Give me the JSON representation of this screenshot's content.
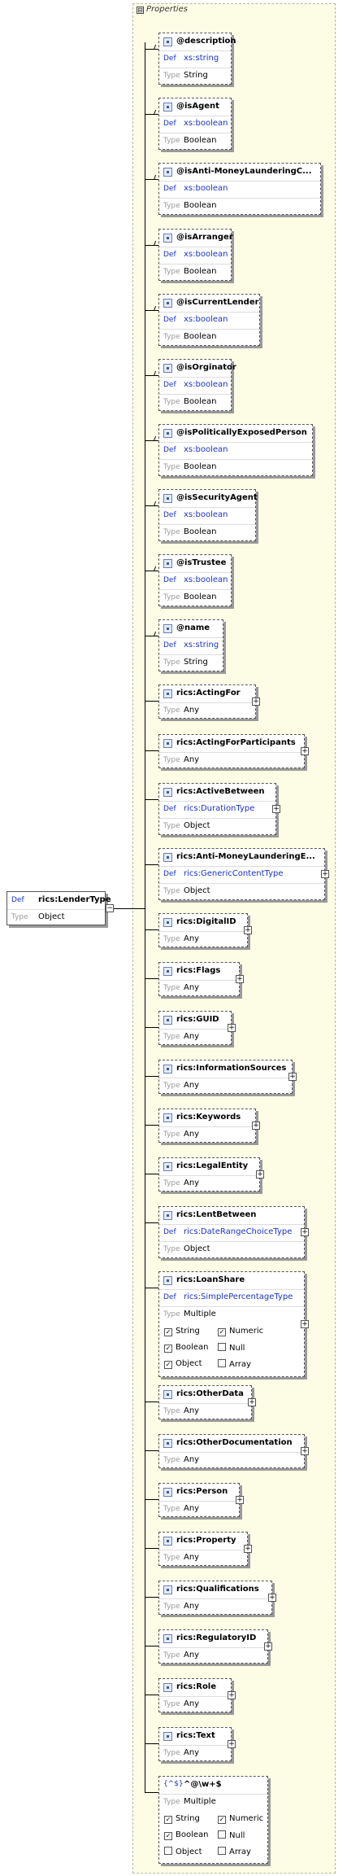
{
  "container": {
    "title": "Properties",
    "toggle": "⊟"
  },
  "root": {
    "def_label": "Def",
    "name": "rics:LenderType",
    "type_label": "Type",
    "type": "Object"
  },
  "items": [
    {
      "name": "@description",
      "def": "xs:string",
      "type": "String",
      "expand": false
    },
    {
      "name": "@isAgent",
      "def": "xs:boolean",
      "type": "Boolean",
      "expand": false
    },
    {
      "name": "@isAnti-MoneyLaunderingC...",
      "def": "xs:boolean",
      "type": "Boolean",
      "expand": false
    },
    {
      "name": "@isArranger",
      "def": "xs:boolean",
      "type": "Boolean",
      "expand": false
    },
    {
      "name": "@isCurrentLender",
      "def": "xs:boolean",
      "type": "Boolean",
      "expand": false
    },
    {
      "name": "@isOrginator",
      "def": "xs:boolean",
      "type": "Boolean",
      "expand": false
    },
    {
      "name": "@isPoliticallyExposedPerson",
      "def": "xs:boolean",
      "type": "Boolean",
      "expand": false
    },
    {
      "name": "@isSecurityAgent",
      "def": "xs:boolean",
      "type": "Boolean",
      "expand": false
    },
    {
      "name": "@isTrustee",
      "def": "xs:boolean",
      "type": "Boolean",
      "expand": false
    },
    {
      "name": "@name",
      "def": "xs:string",
      "type": "String",
      "expand": false
    },
    {
      "name": "rics:ActingFor",
      "type": "Any",
      "expand": true
    },
    {
      "name": "rics:ActingForParticipants",
      "type": "Any",
      "expand": true
    },
    {
      "name": "rics:ActiveBetween",
      "def": "rics:DurationType",
      "type": "Object",
      "expand": true
    },
    {
      "name": "rics:Anti-MoneyLaunderingE...",
      "def": "rics:GenericContentType",
      "type": "Object",
      "expand": true
    },
    {
      "name": "rics:DigitalID",
      "type": "Any",
      "expand": true
    },
    {
      "name": "rics:Flags",
      "type": "Any",
      "expand": true
    },
    {
      "name": "rics:GUID",
      "type": "Any",
      "expand": true
    },
    {
      "name": "rics:InformationSources",
      "type": "Any",
      "expand": true
    },
    {
      "name": "rics:Keywords",
      "type": "Any",
      "expand": true
    },
    {
      "name": "rics:LegalEntity",
      "type": "Any",
      "expand": true
    },
    {
      "name": "rics:LentBetween",
      "def": "rics:DateRangeChoiceType",
      "type": "Object",
      "expand": true
    },
    {
      "name": "rics:LoanShare",
      "def": "rics:SimplePercentageType",
      "type": "Multiple",
      "expand": true,
      "checks": [
        {
          "label": "String",
          "checked": true
        },
        {
          "label": "Numeric",
          "checked": true
        },
        {
          "label": "Boolean",
          "checked": true
        },
        {
          "label": "Null",
          "checked": false
        },
        {
          "label": "Object",
          "checked": true
        },
        {
          "label": "Array",
          "checked": false
        }
      ]
    },
    {
      "name": "rics:OtherData",
      "type": "Any",
      "expand": true
    },
    {
      "name": "rics:OtherDocumentation",
      "type": "Any",
      "expand": true
    },
    {
      "name": "rics:Person",
      "type": "Any",
      "expand": true
    },
    {
      "name": "rics:Property",
      "type": "Any",
      "expand": true
    },
    {
      "name": "rics:Qualifications",
      "type": "Any",
      "expand": true
    },
    {
      "name": "rics:RegulatoryID",
      "type": "Any",
      "expand": true
    },
    {
      "name": "rics:Role",
      "type": "Any",
      "expand": true
    },
    {
      "name": "rics:Text",
      "type": "Any",
      "expand": true
    },
    {
      "name": "^@\\w+$",
      "type": "Multiple",
      "expand": false,
      "pattern": true,
      "pattern_icon": "{^$}",
      "checks": [
        {
          "label": "String",
          "checked": true
        },
        {
          "label": "Numeric",
          "checked": true
        },
        {
          "label": "Boolean",
          "checked": true
        },
        {
          "label": "Null",
          "checked": false
        },
        {
          "label": "Object",
          "checked": false
        },
        {
          "label": "Array",
          "checked": false
        }
      ]
    }
  ],
  "labels": {
    "def": "Def",
    "type": "Type"
  },
  "colors": {
    "def_blue": "#1a34c0",
    "container_bg": "#fdfde6"
  }
}
